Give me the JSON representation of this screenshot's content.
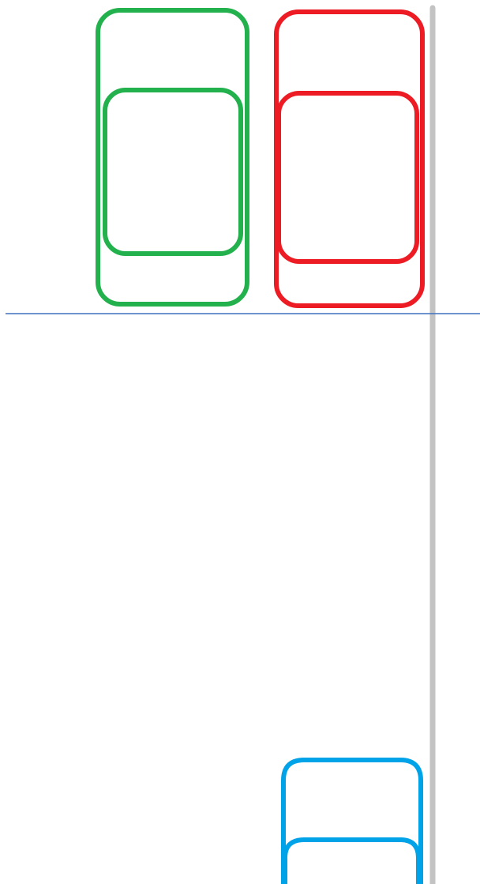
{
  "colors": {
    "background": "#ffffff",
    "green_car": "#22b14c",
    "red_car": "#ed1c24",
    "blue_car": "#00a2e8",
    "road_edge": "#c3c3c3",
    "horizontal_line": "#3f72c0"
  },
  "elements": {
    "green_car": "car-outline-green",
    "red_car": "car-outline-red",
    "blue_car": "car-outline-blue",
    "road_edge": "vertical-road-edge",
    "horizontal_line": "horizontal-line"
  }
}
